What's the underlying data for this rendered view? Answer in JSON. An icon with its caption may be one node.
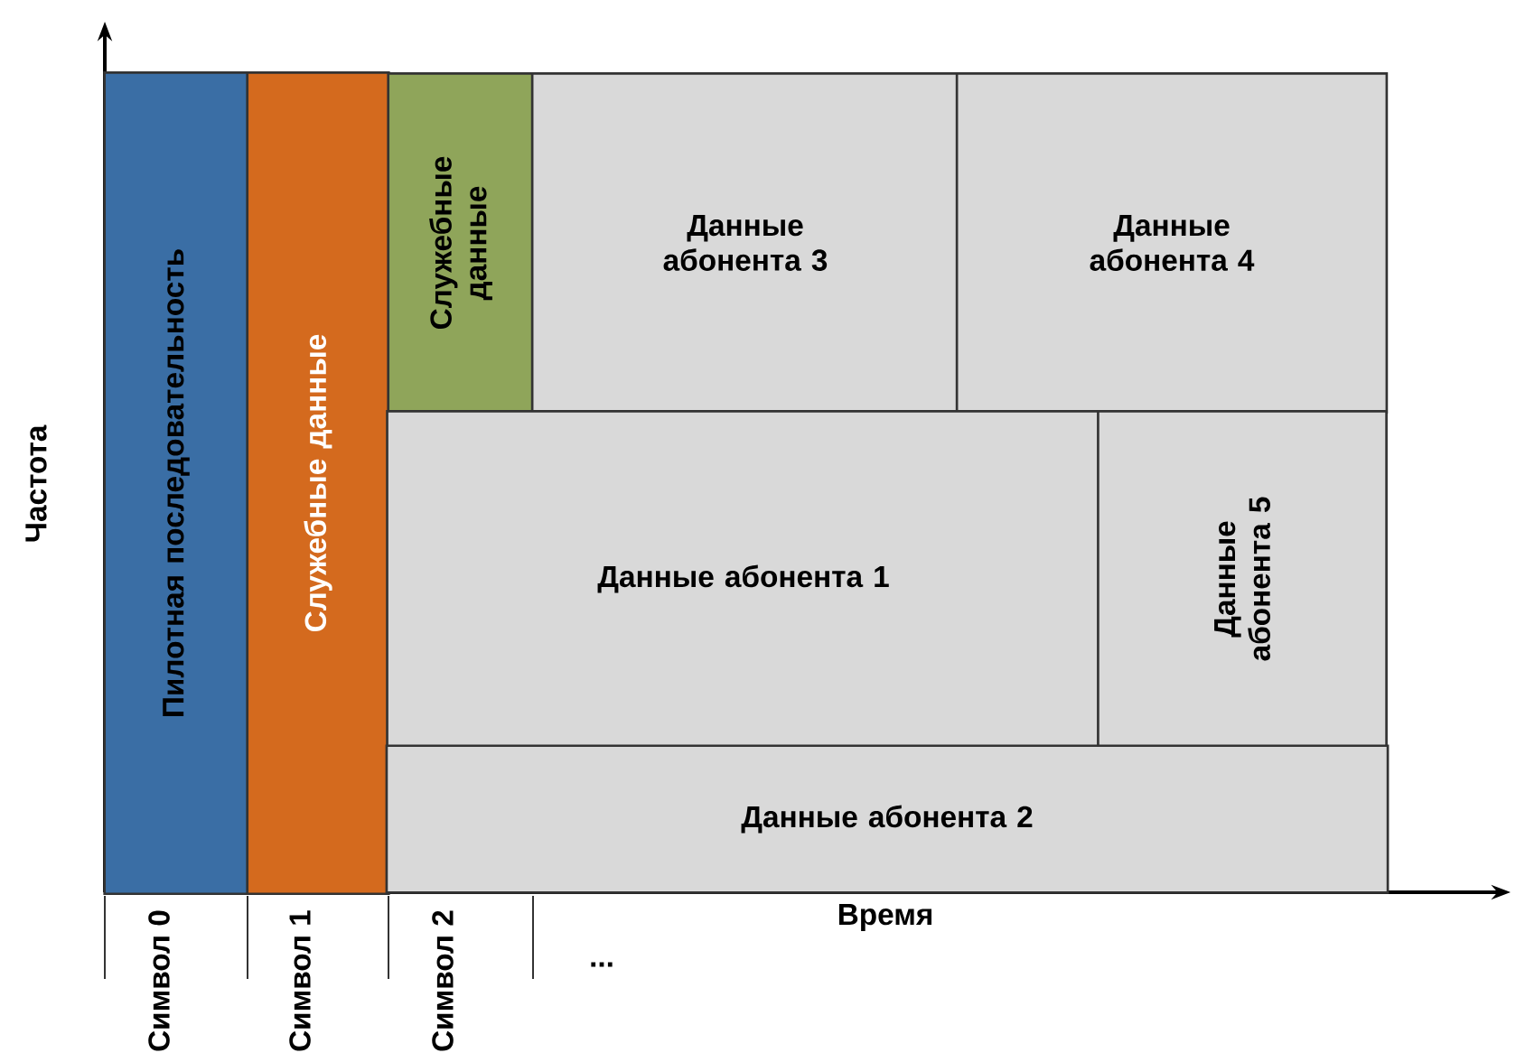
{
  "diagram": {
    "nodes": [
      {
        "text": [
          "Пилотная последовательность"
        ]
      },
      {
        "text": [
          "Служебные данные"
        ]
      },
      {
        "text": [
          "Служебные данные"
        ]
      },
      {
        "text": [
          "Данные абонента 3"
        ]
      },
      {
        "text": [
          "Данные абонента 4"
        ]
      },
      {
        "text": [
          "Данные абонента 1"
        ]
      },
      {
        "text": [
          "Данные абонента 5"
        ]
      },
      {
        "text": [
          "Данные абонента 2"
        ]
      }
    ],
    "labels": [
      "Частота",
      "Время",
      "Символ 0",
      "Символ 1",
      "Символ 2",
      "..."
    ]
  }
}
